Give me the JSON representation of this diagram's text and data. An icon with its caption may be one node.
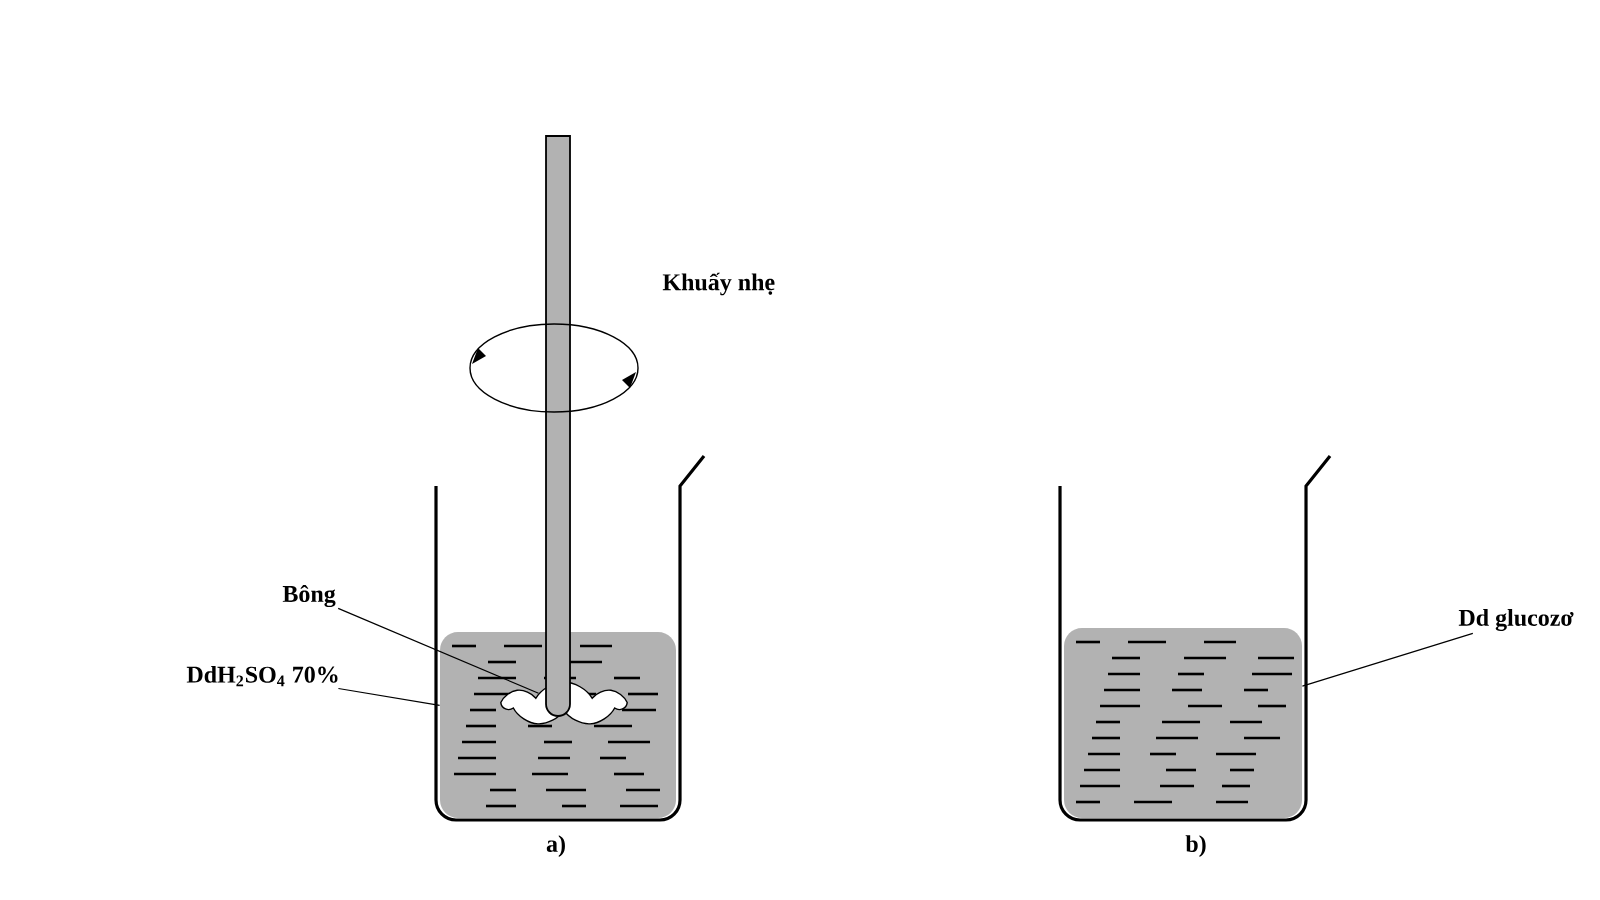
{
  "diagram": {
    "nodes": [
      {
        "text": [
          "Bông"
        ]
      },
      {
        "text": [],
        "shape": "cloud",
        "in": 3
      },
      {
        "text": [
          "DdH$_{2}$SO$_{4}$ 70%"
        ]
      },
      {
        "text": [],
        "shape": "box"
      },
      {
        "text": [
          "Dd glucozơ"
        ]
      },
      {
        "text": [],
        "shape": "box"
      }
    ],
    "edges": [
      {
        "from": 0,
        "to": 1,
        "arrow": "none"
      },
      {
        "from": 2,
        "to": 3,
        "arrow": "none"
      },
      {
        "from": 4,
        "to": 5,
        "arrow": "none"
      }
    ],
    "labels": [
      "Khuấy nhẹ",
      "a)",
      "b)"
    ]
  }
}
